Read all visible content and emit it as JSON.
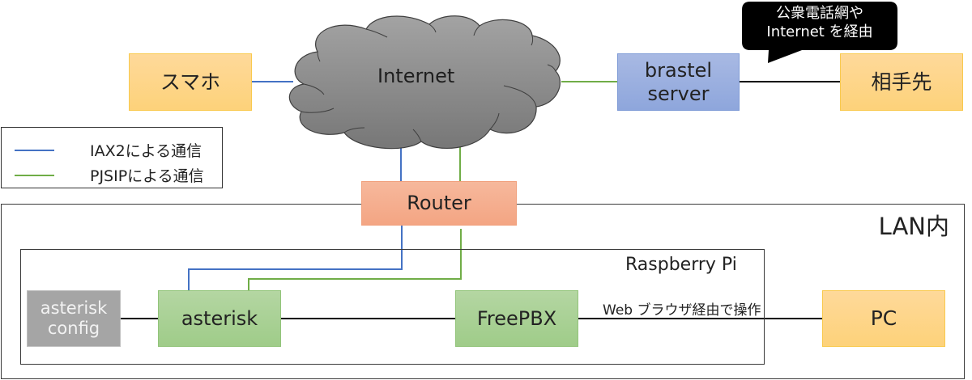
{
  "title": "asterisk / FreePBX network diagram",
  "colors": {
    "iax2_line": "#4472c4",
    "pjsip_line": "#70ad47",
    "plain_line": "#000000",
    "cloud_fill": "#8c8c8c",
    "callout_fill": "#000000"
  },
  "legend": {
    "items": [
      {
        "label": "IAX2による通信",
        "line_color": "#4472c4"
      },
      {
        "label": "PJSIPによる通信",
        "line_color": "#70ad47"
      }
    ]
  },
  "nodes": {
    "smartphone": "スマホ",
    "internet": "Internet",
    "brastel_line1": "brastel",
    "brastel_line2": "server",
    "callee": "相手先",
    "router": "Router",
    "asterisk_config_line1": "asterisk",
    "asterisk_config_line2": "config",
    "asterisk": "asterisk",
    "freepbx": "FreePBX",
    "pc": "PC"
  },
  "groups": {
    "lan": "LAN内",
    "raspberry_pi": "Raspberry Pi"
  },
  "callout": {
    "line1": "公衆電話網や",
    "line2": "Internet を経由"
  },
  "edge_labels": {
    "freepbx_pc": "Web ブラウザ経由で操作"
  },
  "edges": [
    {
      "from": "smartphone",
      "to": "internet",
      "type": "IAX2"
    },
    {
      "from": "internet",
      "to": "brastel_server",
      "type": "PJSIP"
    },
    {
      "from": "brastel_server",
      "to": "callee",
      "type": "plain"
    },
    {
      "from": "internet",
      "to": "router",
      "type": "IAX2"
    },
    {
      "from": "internet",
      "to": "router",
      "type": "PJSIP"
    },
    {
      "from": "router",
      "to": "asterisk",
      "type": "IAX2"
    },
    {
      "from": "router",
      "to": "asterisk",
      "type": "PJSIP"
    },
    {
      "from": "asterisk_config",
      "to": "asterisk",
      "type": "plain"
    },
    {
      "from": "asterisk",
      "to": "freepbx",
      "type": "plain"
    },
    {
      "from": "freepbx",
      "to": "pc",
      "type": "plain"
    }
  ]
}
